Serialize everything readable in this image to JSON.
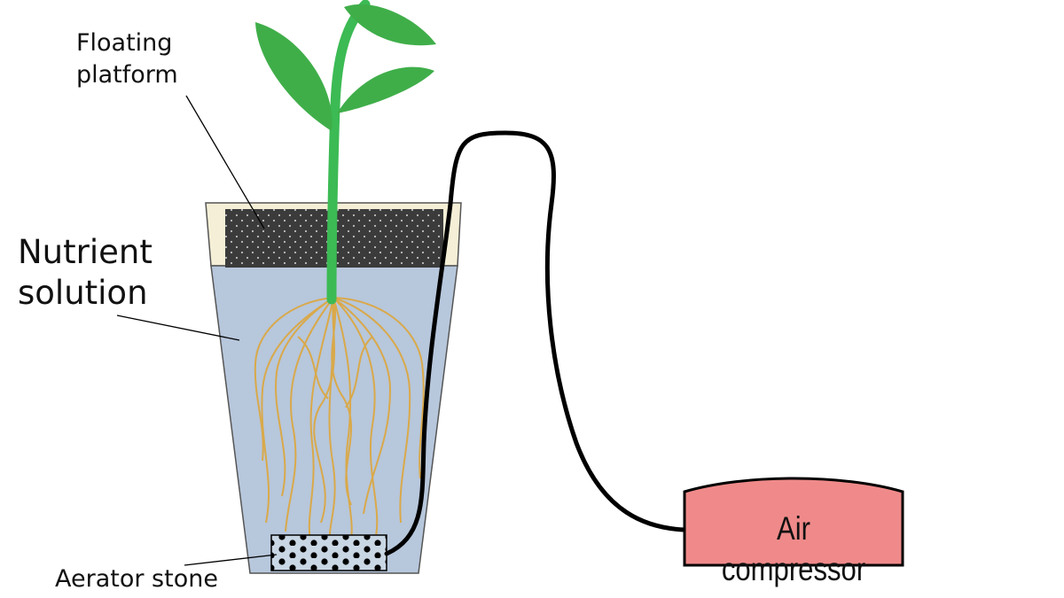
{
  "labels": {
    "floating_platform": "Floating\nplatform",
    "nutrient_solution": "Nutrient\nsolution",
    "aerator_stone": "Aerator stone",
    "air_compressor": "Air compressor"
  },
  "colors": {
    "background": "#ffffff",
    "solution": "#b7c7dc",
    "platform": "#3b3b3b",
    "cup_rim": "#f4efd6",
    "stem": "#3cba54",
    "leaves": "#3fae49",
    "roots": "#d9a94a",
    "compressor": "#f08a8a",
    "hose": "#000000"
  }
}
